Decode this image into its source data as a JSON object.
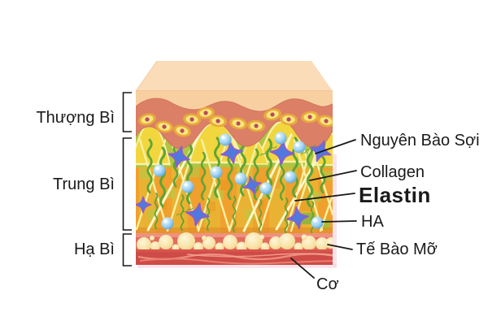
{
  "diagram_title": "skin-layer-anatomy",
  "labels": {
    "thuong_bi": "Thượng Bì",
    "trung_bi": "Trung Bì",
    "ha_bi": "Hạ Bì",
    "nguyen_bao_soi": "Nguyên Bào Sợi",
    "collagen": "Collagen",
    "elastin": "Elastin",
    "ha": "HA",
    "te_bao_mo": "Tế Bào Mỡ",
    "co": "Cơ"
  },
  "colors": {
    "background": "#ffffff",
    "text": "#1a1a1a",
    "top_face": "#fbdcb9",
    "stratum_corneum": "#f8cfa1",
    "epidermis": "#db8066",
    "epidermis_cell_ring": "#e9a93e",
    "epidermis_cell": "#f8e77b",
    "epidermis_cell_nucleus": "#b84a60",
    "dermis_orange": "#f0a02c",
    "dermis_yellow_stripe": "#e5c438",
    "dermis_green": "#a9c944",
    "dermis_dome": "#f2d63e",
    "collagen_fiber": "#5fa434",
    "elastin_fiber": "#f7f1a5",
    "ha_sphere": "#7fc2ee",
    "fibroblast_fill": "#4e7adf",
    "fibroblast_outline": "#8a5ecf",
    "fat_background": "#e36c5b",
    "fat_cell": "#fae9b4",
    "muscle": "#ce4b47",
    "muscle_streak": "#ec8e7f"
  }
}
